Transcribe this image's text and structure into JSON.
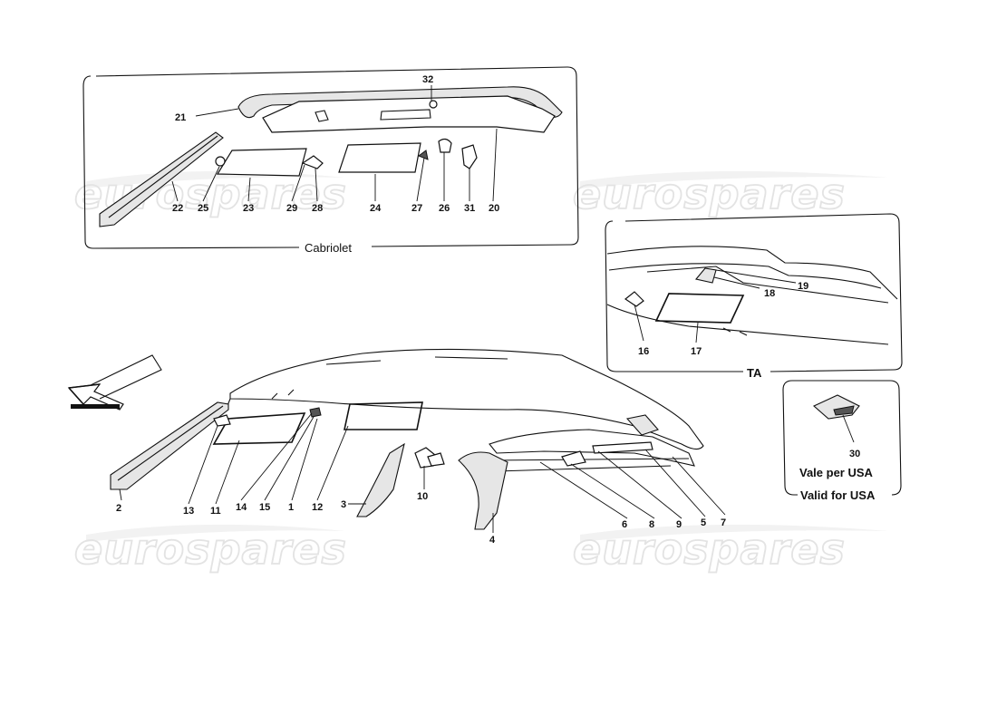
{
  "watermark": "eurospares",
  "captions": {
    "cabriolet": "Cabriolet",
    "ta": "TA",
    "usa_it": "Vale per USA",
    "usa_en": "Valid for USA"
  },
  "callouts": [
    "1",
    "2",
    "3",
    "4",
    "5",
    "6",
    "7",
    "8",
    "9",
    "10",
    "11",
    "12",
    "13",
    "14",
    "15",
    "16",
    "17",
    "18",
    "19",
    "20",
    "21",
    "22",
    "23",
    "24",
    "25",
    "26",
    "27",
    "28",
    "29",
    "30",
    "31",
    "32"
  ],
  "icons": {
    "direction_arrow": "front-direction-arrow-icon"
  }
}
